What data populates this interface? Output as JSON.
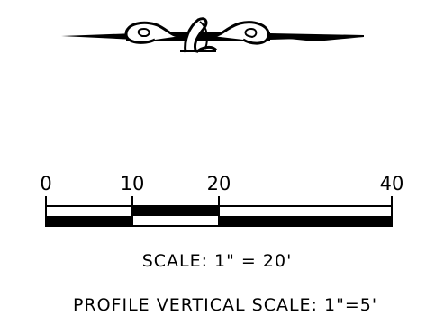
{
  "ornament": {
    "name": "decorative-flourish"
  },
  "scale_bar": {
    "tick_labels": [
      "0",
      "10",
      "20",
      "40"
    ],
    "tick_values": [
      0,
      10,
      20,
      40
    ],
    "max_value": 40
  },
  "captions": {
    "scale": "SCALE:  1\"  =  20'",
    "profile_vertical": "PROFILE VERTICAL SCALE:  1\"=5'"
  },
  "colors": {
    "ink": "#000000",
    "paper": "#ffffff"
  }
}
